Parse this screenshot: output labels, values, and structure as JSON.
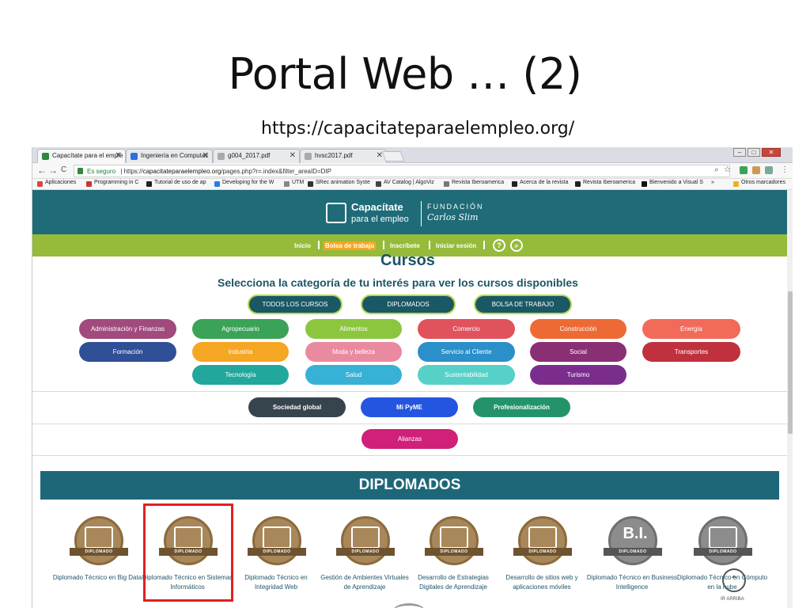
{
  "slide": {
    "title": "Portal Web … (2)",
    "subtitle": "https://capacitateparaelempleo.org/"
  },
  "browser": {
    "tabs": [
      {
        "label": "Capacítate para el emple",
        "fav_color": "#2a8a3e"
      },
      {
        "label": "Ingeniería en Computac",
        "fav_color": "#2f6fd8"
      },
      {
        "label": "g004_2017.pdf",
        "fav_color": "#aaaaaa"
      },
      {
        "label": "hvsc2017.pdf",
        "fav_color": "#aaaaaa"
      }
    ],
    "close_glyph": "✕",
    "window_controls": [
      "–",
      "□",
      "✕"
    ],
    "nav": {
      "back": "←",
      "forward": "→",
      "reload": "C"
    },
    "address": {
      "secure_label": "Es seguro",
      "url_prefix": "https://",
      "url_host": "capacitateparaelempleo.org",
      "url_path": "/pages.php?r=.index&filter_areaID=DIP"
    },
    "toolbar_icons": [
      "⌕",
      "☆",
      "⋮"
    ],
    "bookmarks": [
      {
        "label": "Aplicaciones",
        "fav_color": "#d44"
      },
      {
        "label": "Programming in C",
        "fav_color": "#c33"
      },
      {
        "label": "Tutorial de uso de ap",
        "fav_color": "#222"
      },
      {
        "label": "Developing for the W",
        "fav_color": "#2a7de1"
      },
      {
        "label": "UTM",
        "fav_color": "#888"
      },
      {
        "label": "SRec animation Syste",
        "fav_color": "#333"
      },
      {
        "label": "AV Catalog | AlgoViz",
        "fav_color": "#444"
      },
      {
        "label": "Revista Iberoamerica",
        "fav_color": "#777"
      },
      {
        "label": "Acerca de la revista",
        "fav_color": "#222"
      },
      {
        "label": "Revista Iberoamerica",
        "fav_color": "#222"
      },
      {
        "label": "Bienvenido a Visual S",
        "fav_color": "#111"
      },
      {
        "label": "Otros marcadores",
        "fav_color": "#e6b422"
      }
    ],
    "bookmarks_more": "»"
  },
  "site": {
    "logo_main": "Capacítate",
    "logo_sub": "para el empleo",
    "logo_fund": "FUNDACIÓN",
    "logo_sign": "Carlos Slim",
    "nav": [
      {
        "label": "Inicio"
      },
      {
        "label": "Bolsa de trabajo"
      },
      {
        "label": "Inscríbete"
      },
      {
        "label": "Iniciar sesión"
      }
    ],
    "help_icon": "?",
    "search_icon": "⌕",
    "heading": "Cursos",
    "subheading": "Selecciona la categoría de tu interés para ver los cursos disponibles",
    "top_buttons": [
      "TODOS LOS CURSOS",
      "DIPLOMADOS",
      "BOLSA DE TRABAJO"
    ],
    "categories": [
      {
        "label": "Administración y Finanzas",
        "color": "#a04a7e"
      },
      {
        "label": "Agropecuario",
        "color": "#3aa357"
      },
      {
        "label": "Alimentos",
        "color": "#8cc63f"
      },
      {
        "label": "Comercio",
        "color": "#e0525c"
      },
      {
        "label": "Construcción",
        "color": "#ee6a34"
      },
      {
        "label": "Energía",
        "color": "#f26a5a"
      },
      {
        "label": "Formación",
        "color": "#2f4f96"
      },
      {
        "label": "Industria",
        "color": "#f5a623"
      },
      {
        "label": "Moda y belleza",
        "color": "#ea8aa0"
      },
      {
        "label": "Servicio al Cliente",
        "color": "#2b8fc9"
      },
      {
        "label": "Social",
        "color": "#8a2f74"
      },
      {
        "label": "Transportes",
        "color": "#c0313e"
      },
      {
        "label": "Tecnología",
        "color": "#22a79c"
      },
      {
        "label": "Salud",
        "color": "#37b2d6"
      },
      {
        "label": "Sustentabilidad",
        "color": "#56d1c7"
      },
      {
        "label": "Turismo",
        "color": "#7b2d8e"
      }
    ],
    "extra": [
      {
        "label": "Sociedad global",
        "color": "#35444d"
      },
      {
        "label": "Mi PyME",
        "color": "#2355e0"
      },
      {
        "label": "Profesionalización",
        "color": "#23946a"
      },
      {
        "label": "Alianzas",
        "color": "#d0207a"
      }
    ],
    "diplomados_title": "DIPLOMADOS",
    "badge_band": "DIPLOMADO",
    "badge_bi_text": "B.I.",
    "diplomados": [
      {
        "label": "Diplomado Técnico en Big Data",
        "icon": "chart-monitor-icon",
        "tone": "gold"
      },
      {
        "label": "Diplomado Técnico en Sistemas Informáticos",
        "icon": "devices-icon",
        "tone": "gold"
      },
      {
        "label": "Diplomado Técnico en Integridad Web",
        "icon": "secure-monitor-icon",
        "tone": "gold"
      },
      {
        "label": "Gestión de Ambientes Virtuales de Aprendizaje",
        "icon": "reader-icon",
        "tone": "gold"
      },
      {
        "label": "Desarrollo de Estrategias Digitales de Aprendizaje",
        "icon": "strategy-icon",
        "tone": "gold"
      },
      {
        "label": "Desarrollo de sitios web y aplicaciones móviles",
        "icon": "web-dev-icon",
        "tone": "gold"
      },
      {
        "label": "Diplomado Técnico en Business Intelligence",
        "icon": "bi-icon",
        "tone": "gray"
      },
      {
        "label": "Diplomado Técnico en Cómputo en la nube",
        "icon": "cloud-laptop-icon",
        "tone": "gray"
      }
    ],
    "up_icon": "⌃",
    "up_label": "IR ARRIBA"
  }
}
